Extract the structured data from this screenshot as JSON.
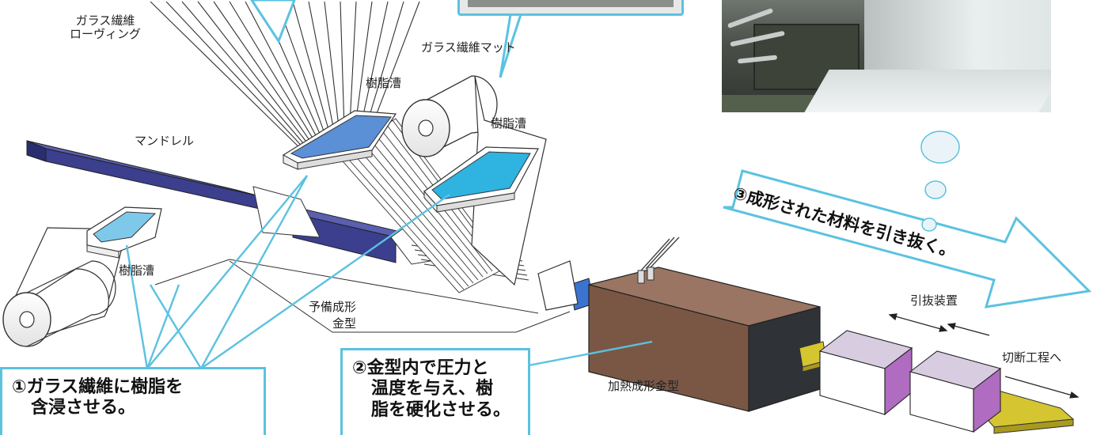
{
  "labels": {
    "glass_fiber_roving_line1": "ガラス繊維",
    "glass_fiber_roving_line2": "ローヴィング",
    "glass_fiber_mat": "ガラス繊維マット",
    "resin_bath_top": "樹脂漕",
    "resin_bath_right": "樹脂漕",
    "resin_bath_left": "樹脂漕",
    "mandrel": "マンドレル",
    "preform_die_line1": "予備成形",
    "preform_die_line2": "金型",
    "heated_die": "加熱成形金型",
    "puller": "引抜装置",
    "to_cutting": "切断工程へ"
  },
  "callouts": {
    "step1_line1": "①ガラス繊維に樹脂を",
    "step1_line2": "含浸させる。",
    "step2_line1": "②金型内で圧力と",
    "step2_line2": "温度を与え、樹",
    "step2_line3": "脂を硬化させる。",
    "step3": "③成形された材料を引き抜く。"
  },
  "colors": {
    "callout_border": "#5bc2e0",
    "mandrel": "#3b3f8e",
    "resin_light": "#7ec9ea",
    "resin_bright": "#2fb3e0",
    "resin_mid": "#5b8fd6",
    "heated_die": "#7a5745",
    "product_bar": "#d4c531",
    "puller_side": "#b06cc0",
    "puller_top": "#d8cde0"
  }
}
